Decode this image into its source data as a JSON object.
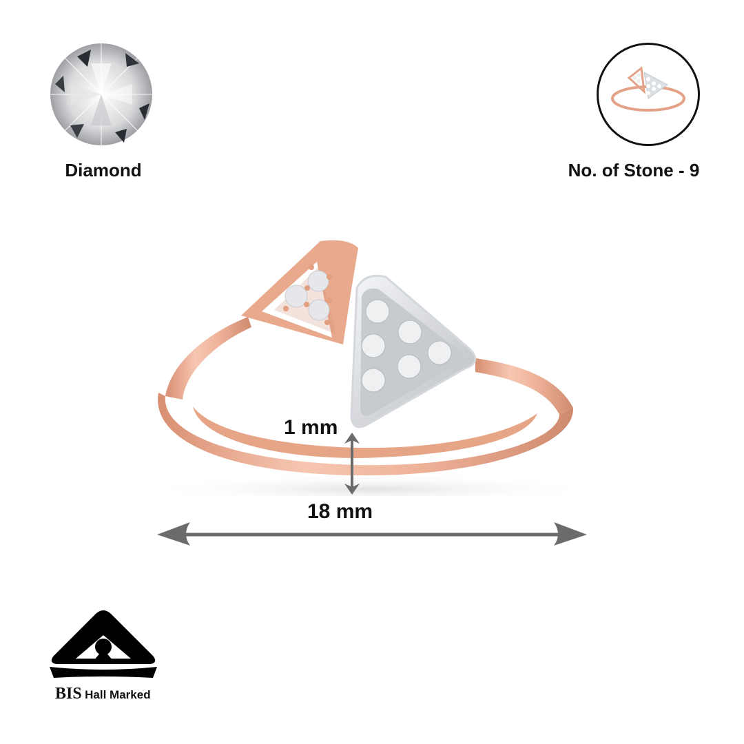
{
  "header": {
    "left": {
      "icon": "diamond-gem-icon",
      "label": "Diamond"
    },
    "right": {
      "icon": "ring-thumbnail-image",
      "label": "No. of Stone - 9"
    }
  },
  "product": {
    "image": "rose-gold-triangle-diamond-ring",
    "colors": {
      "rose_gold": "#e8a58a",
      "rose_gold_dark": "#c97d62",
      "white_gold": "#dfe1e4",
      "stone": "#f3f3f5"
    },
    "stones": {
      "small_triangle": 3,
      "large_triangle": 6,
      "total": 9
    }
  },
  "dimensions": {
    "thickness": "1 mm",
    "width": "18 mm",
    "arrow_color": "#6b6b6b"
  },
  "certification": {
    "logo": "bis-hallmark-logo",
    "brand": "BIS",
    "label": "Hall Marked"
  }
}
